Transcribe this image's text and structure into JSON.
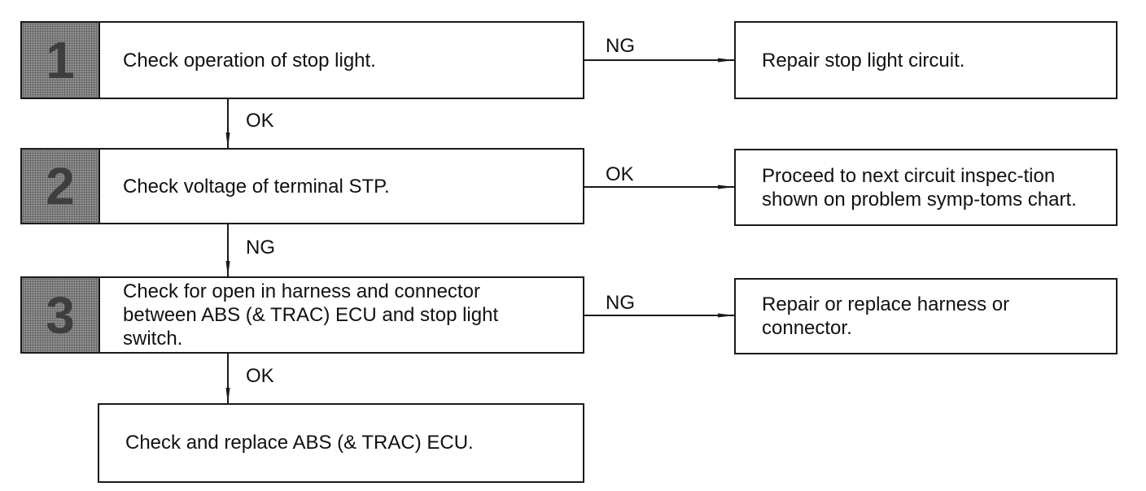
{
  "steps": [
    {
      "number": "1",
      "text": "Check operation of stop light."
    },
    {
      "number": "2",
      "text": "Check voltage of terminal STP."
    },
    {
      "number": "3",
      "text": "Check for open in harness and connector between ABS (& TRAC) ECU and stop light switch."
    }
  ],
  "results": [
    {
      "text": "Repair stop light circuit."
    },
    {
      "text": "Proceed to next circuit inspec-tion shown on problem symp-toms chart."
    },
    {
      "text": "Repair or replace harness or connector."
    }
  ],
  "final": {
    "text": "Check and replace ABS (& TRAC) ECU."
  },
  "branches": {
    "step1_right": "NG",
    "step1_down": "OK",
    "step2_right": "OK",
    "step2_down": "NG",
    "step3_right": "NG",
    "step3_down": "OK"
  }
}
